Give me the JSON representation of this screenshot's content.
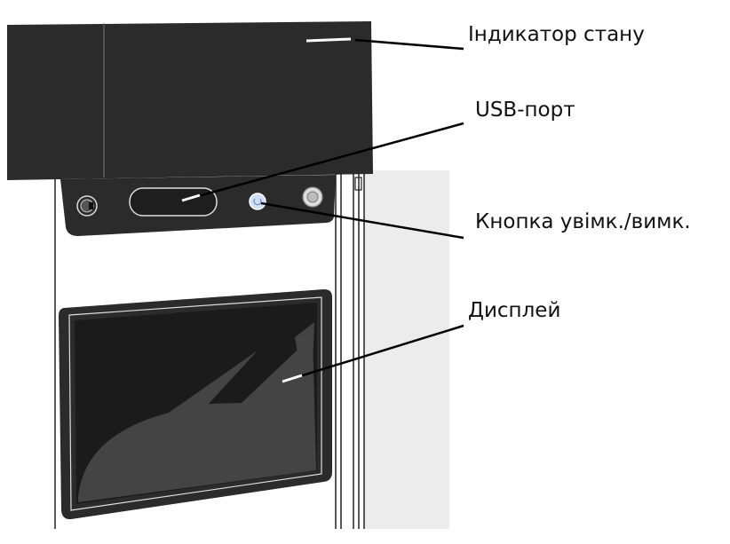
{
  "labels": {
    "status_indicator": "Індикатор стану",
    "usb_port": "USB-порт",
    "power_button": "Кнопка увімк./вимк.",
    "display": "Дисплей"
  },
  "colors": {
    "housing": "#2b2b2b",
    "screen": "#1b1b1b",
    "screen_reflection": "#444444",
    "side_panel": "#ececec",
    "power_button": "#cfe0f5"
  }
}
